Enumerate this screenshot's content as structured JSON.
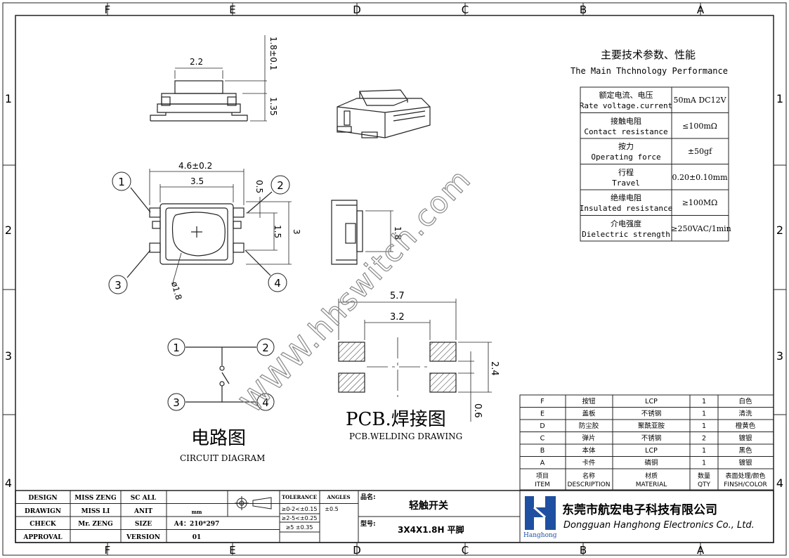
{
  "frame": {
    "columns": [
      "F",
      "E",
      "D",
      "C",
      "B",
      "A"
    ],
    "rows": [
      "1",
      "2",
      "3",
      "4"
    ]
  },
  "perf": {
    "title_cn": "主要技术参数、性能",
    "title_en": "The Main Thchnology Performance",
    "rows": [
      {
        "cn": "额定电流、电压",
        "en": "Rate voltage.current",
        "val": "50mA DC12V"
      },
      {
        "cn": "接触电阻",
        "en": "Contact resistance",
        "val": "≤100mΩ"
      },
      {
        "cn": "按力",
        "en": "Operating force",
        "val": "±50gf"
      },
      {
        "cn": "行程",
        "en": "Travel",
        "val": "0.20±0.10mm"
      },
      {
        "cn": "绝缘电阻",
        "en": "Insulated resistance",
        "val": "≥100MΩ"
      },
      {
        "cn": "介电强度",
        "en": "Dielectric strength",
        "val": "≥250VAC/1min"
      }
    ]
  },
  "dims": {
    "top_width": "2.2",
    "top_height1": "1.8±0.1",
    "top_height2": "1.35",
    "body_w1": "4.6±0.2",
    "body_w2": "3.5",
    "body_05": "0.5",
    "body_15": "1.5",
    "body_3": "3",
    "body_dia": "ø1.8",
    "side_18": "1.8",
    "pcb_57": "5.7",
    "pcb_32": "3.2",
    "pcb_24": "2.4",
    "pcb_06": "0.6"
  },
  "pins": [
    "1",
    "2",
    "3",
    "4"
  ],
  "circuit": {
    "cn": "电路图",
    "en": "CIRCUIT DIAGRAM",
    "pins": [
      "1",
      "2",
      "3",
      "4"
    ]
  },
  "pcb": {
    "cn": "PCB.焊接图",
    "en": "PCB.WELDING DRAWING"
  },
  "watermark": "WWW.hhswitch.com",
  "bom": {
    "rows": [
      [
        "F",
        "按钮",
        "LCP",
        "1",
        "白色"
      ],
      [
        "E",
        "盖板",
        "不锈钢",
        "1",
        "清洗"
      ],
      [
        "D",
        "防尘胶",
        "聚酰亚胺",
        "1",
        "橙黄色"
      ],
      [
        "C",
        "弹片",
        "不锈钢",
        "2",
        "镀银"
      ],
      [
        "B",
        "本体",
        "LCP",
        "1",
        "黑色"
      ],
      [
        "A",
        "卡件",
        "磷铜",
        "1",
        "镀银"
      ]
    ],
    "header": [
      [
        "项目",
        "ITEM"
      ],
      [
        "名称",
        "DESCRIPTION"
      ],
      [
        "材质",
        "MATERIAL"
      ],
      [
        "数量",
        "QTY"
      ],
      [
        "表面处理/颜色",
        "FINSH/COLOR"
      ]
    ]
  },
  "titleblock": {
    "r1": [
      "DESIGN",
      "MISS ZENG",
      "SC ALL",
      ""
    ],
    "r2": [
      "DRAWIGN",
      "MISS LI",
      "ANIT",
      "mm"
    ],
    "r3": [
      "CHECK",
      "Mr. ZENG",
      "SIZE",
      "A4：210*297"
    ],
    "r4": [
      "APPROVAL",
      "",
      "VERSION",
      "01"
    ],
    "tol_h": [
      "TOLERANCE",
      "ANGLES"
    ],
    "tol": [
      "≥0-2<±0.15",
      "≥2-5<±0.25",
      "≥5  ±0.35"
    ],
    "ang": "±0.5",
    "name_label": "品名:",
    "name": "轻触开关",
    "model_label": "型号:",
    "model": "3X4X1.8H 平脚",
    "company_cn": "东莞市航宏电子科技有限公司",
    "company_en": "Dongguan Hanghong Electronics Co., Ltd.",
    "logo_text": "Hanghong"
  },
  "colors": {
    "line": "#222222",
    "logo": "#1f4fa0",
    "watermark": "#9a9a9a"
  }
}
